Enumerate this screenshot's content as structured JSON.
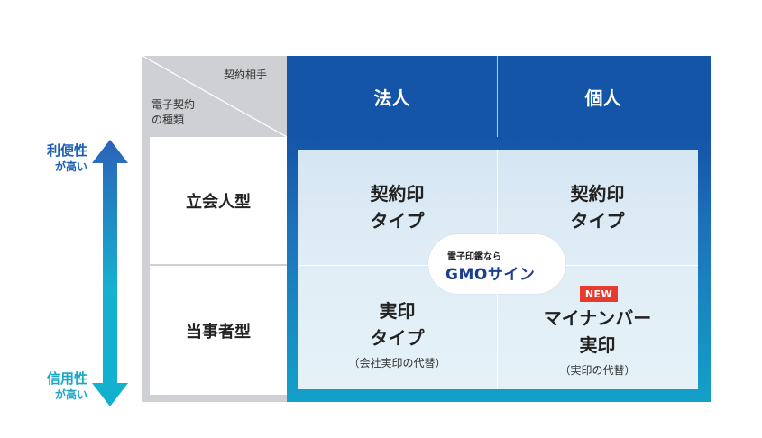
{
  "axis": {
    "top_main": "利便性",
    "top_sub": "が高い",
    "bottom_main": "信用性",
    "bottom_sub": "が高い"
  },
  "corner": {
    "top_label": "契約相手",
    "bottom_label": "電子契約\nの種類"
  },
  "columns": [
    "法人",
    "個人"
  ],
  "rows": [
    "立会人型",
    "当事者型"
  ],
  "cells": {
    "tl": {
      "title": "契約印\nタイプ"
    },
    "tr": {
      "title": "契約印\nタイプ"
    },
    "bl": {
      "title": "実印\nタイプ",
      "note": "（会社実印の代替）"
    },
    "br": {
      "title": "マイナンバー\n実印",
      "note": "（実印の代替）",
      "badge": "NEW"
    }
  },
  "logo": {
    "tagline": "電子印鑑なら",
    "name": "GMOサイン"
  },
  "colors": {
    "header_blue": "#1555a8",
    "cyan": "#13a1c8",
    "badge_red": "#e63b2e",
    "frame_gray": "#cfd0d3"
  }
}
